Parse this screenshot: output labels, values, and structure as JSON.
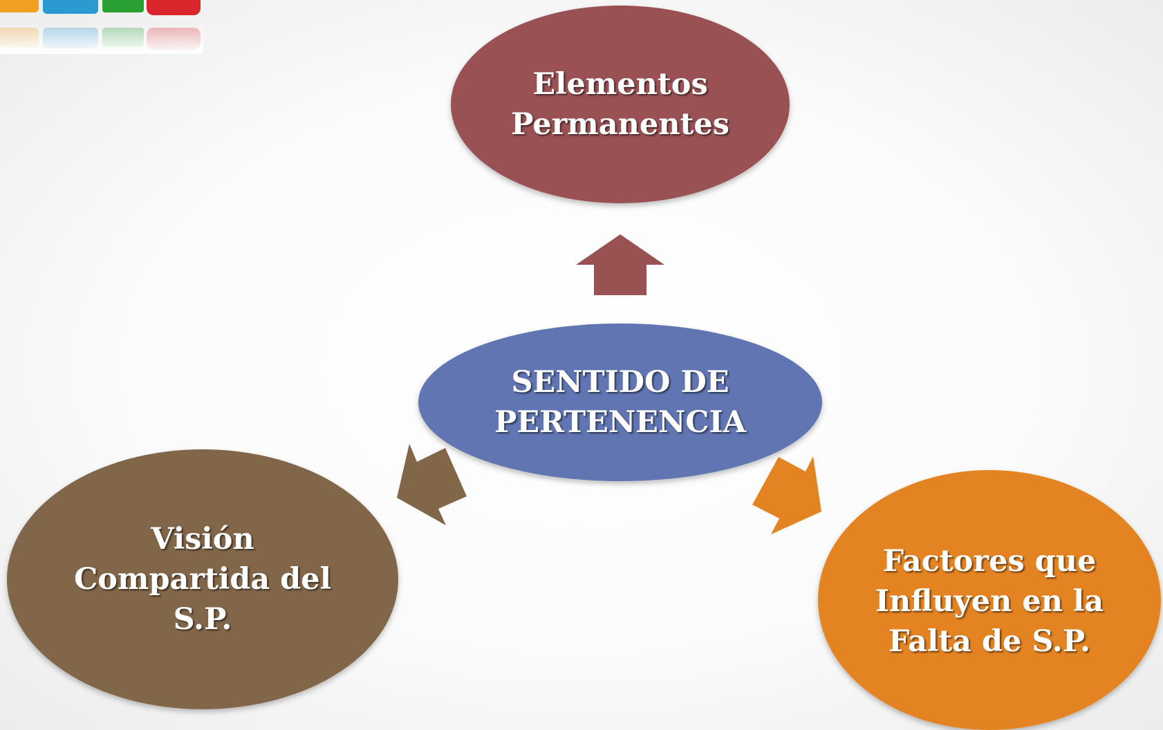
{
  "logo": {
    "name": "puzzle-pieces-logo",
    "colors": [
      "#f0a020",
      "#2a9ad0",
      "#2aa033",
      "#d8262c"
    ]
  },
  "center": {
    "lines": [
      "SENTIDO DE",
      "PERTENENCIA"
    ],
    "color": "#6075b2"
  },
  "top": {
    "lines": [
      "Elementos",
      "Permanentes"
    ],
    "color": "#9a5152"
  },
  "left": {
    "lines": [
      "Visión",
      "Compartida del",
      "S.P."
    ],
    "color": "#826648"
  },
  "right": {
    "lines": [
      "Factores que",
      "Influyen en la",
      "Falta de S.P."
    ],
    "color": "#e48322"
  }
}
